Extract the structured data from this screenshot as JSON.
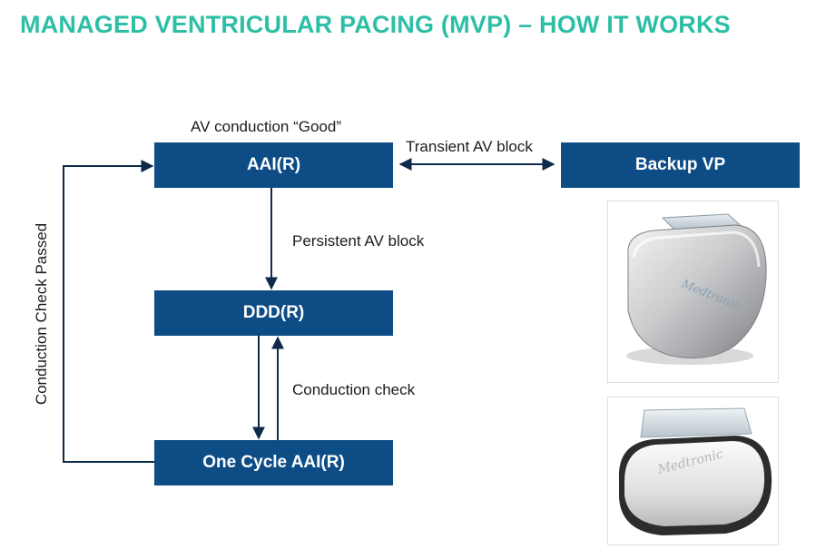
{
  "title": "MANAGED VENTRICULAR PACING (MVP) – HOW IT WORKS",
  "nodes": {
    "aai": "AAI(R)",
    "ddd": "DDD(R)",
    "one_cycle": "One Cycle AAI(R)",
    "backup_vp": "Backup VP"
  },
  "labels": {
    "av_conduction_good": "AV conduction “Good”",
    "transient_av_block": "Transient AV block",
    "persistent_av_block": "Persistent AV block",
    "conduction_check": "Conduction check",
    "conduction_check_passed": "Conduction Check Passed"
  },
  "images": {
    "device_1_brand": "Medtronic",
    "device_2_brand": "Medtronic"
  },
  "colors": {
    "title": "#2dbfa6",
    "box": "#0e4c86",
    "arrow": "#0d2a4a"
  }
}
